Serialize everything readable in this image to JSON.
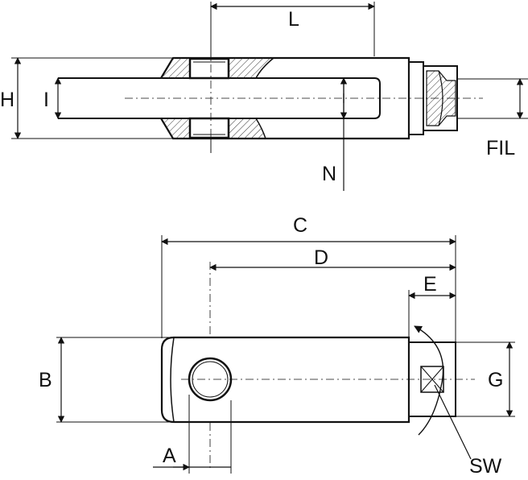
{
  "diagram": {
    "top_view": {
      "labels": {
        "L": "L",
        "H": "H",
        "I": "I",
        "N": "N",
        "FIL": "FIL"
      }
    },
    "front_view": {
      "labels": {
        "C": "C",
        "D": "D",
        "E": "E",
        "B": "B",
        "G": "G",
        "A": "A",
        "SW": "SW"
      }
    }
  }
}
